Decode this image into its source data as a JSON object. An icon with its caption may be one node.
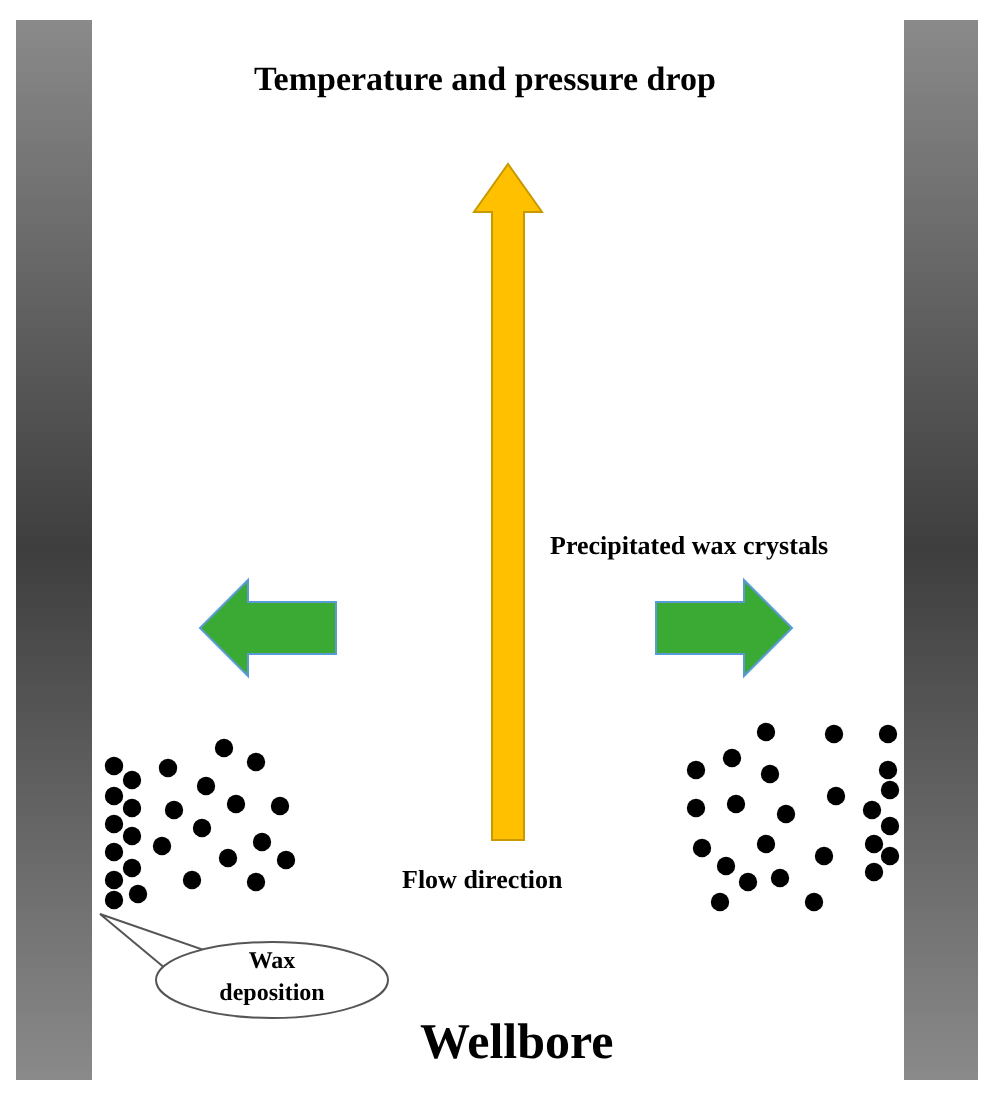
{
  "diagram": {
    "nodes": [
      {
        "text": [
          "Wax deposition"
        ]
      }
    ],
    "labels": [
      "Temperature and pressure drop",
      "Precipitated wax crystals",
      "Flow direction",
      "Wellbore"
    ]
  }
}
